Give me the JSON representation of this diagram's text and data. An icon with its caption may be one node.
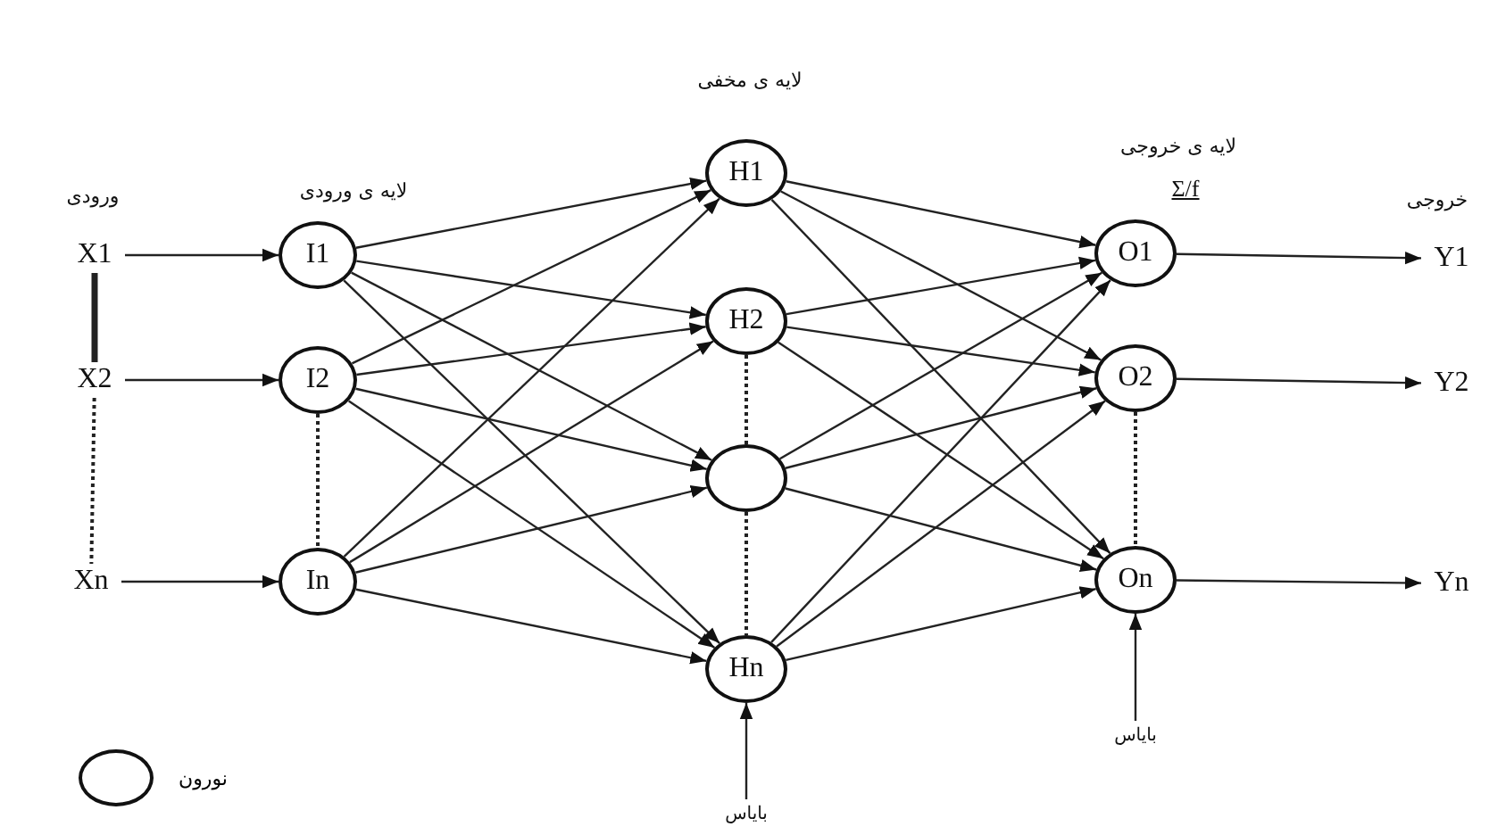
{
  "diagram": {
    "nodes": [
      {
        "text": [
          "X1"
        ]
      },
      {
        "text": [
          "X2"
        ]
      },
      {
        "text": [
          "Xn"
        ]
      },
      {
        "text": [
          "I1"
        ]
      },
      {
        "text": [
          "I2"
        ]
      },
      {
        "text": [
          "In"
        ]
      },
      {
        "text": [
          "H1"
        ]
      },
      {
        "text": [
          "H2"
        ]
      },
      {
        "text": [],
        "shape": "circle"
      },
      {
        "text": [
          "Hn"
        ]
      },
      {
        "text": [
          "O1"
        ]
      },
      {
        "text": [
          "O2"
        ]
      },
      {
        "text": [
          "On"
        ]
      },
      {
        "text": [
          "Y1"
        ]
      },
      {
        "text": [
          "Y2"
        ]
      },
      {
        "text": [
          "Yn"
        ]
      },
      {
        "text": [
          "بایاس"
        ]
      },
      {
        "text": [
          "بایاس"
        ]
      }
    ],
    "edges": [
      {
        "from": 0,
        "to": 3,
        "arrow": "to"
      },
      {
        "from": 1,
        "to": 4,
        "arrow": "to"
      },
      {
        "from": 2,
        "to": 5,
        "arrow": "to"
      },
      {
        "from": 3,
        "to": 6,
        "arrow": "to"
      },
      {
        "from": 3,
        "to": 7,
        "arrow": "to"
      },
      {
        "from": 3,
        "to": 8,
        "arrow": "to"
      },
      {
        "from": 3,
        "to": 9,
        "arrow": "to"
      },
      {
        "from": 4,
        "to": 6,
        "arrow": "to"
      },
      {
        "from": 4,
        "to": 7,
        "arrow": "to"
      },
      {
        "from": 4,
        "to": 8,
        "arrow": "to"
      },
      {
        "from": 4,
        "to": 9,
        "arrow": "to"
      },
      {
        "from": 5,
        "to": 6,
        "arrow": "to"
      },
      {
        "from": 5,
        "to": 7,
        "arrow": "to"
      },
      {
        "from": 5,
        "to": 8,
        "arrow": "to"
      },
      {
        "from": 5,
        "to": 9,
        "arrow": "to"
      },
      {
        "from": 6,
        "to": 10,
        "arrow": "to"
      },
      {
        "from": 6,
        "to": 11,
        "arrow": "to"
      },
      {
        "from": 6,
        "to": 12,
        "arrow": "to"
      },
      {
        "from": 7,
        "to": 10,
        "arrow": "to"
      },
      {
        "from": 7,
        "to": 11,
        "arrow": "to"
      },
      {
        "from": 7,
        "to": 12,
        "arrow": "to"
      },
      {
        "from": 8,
        "to": 10,
        "arrow": "to"
      },
      {
        "from": 8,
        "to": 11,
        "arrow": "to"
      },
      {
        "from": 8,
        "to": 12,
        "arrow": "to"
      },
      {
        "from": 9,
        "to": 10,
        "arrow": "to"
      },
      {
        "from": 9,
        "to": 11,
        "arrow": "to"
      },
      {
        "from": 9,
        "to": 12,
        "arrow": "to"
      },
      {
        "from": 10,
        "to": 13,
        "arrow": "to"
      },
      {
        "from": 11,
        "to": 14,
        "arrow": "to"
      },
      {
        "from": 12,
        "to": 15,
        "arrow": "to"
      },
      {
        "from": 16,
        "to": 9,
        "arrow": "to"
      },
      {
        "from": 17,
        "to": 12,
        "arrow": "to"
      },
      {
        "from": 0,
        "to": 1,
        "arrow": "none",
        "style": "thick"
      },
      {
        "from": 1,
        "to": 2,
        "arrow": "none",
        "style": "dashed"
      },
      {
        "from": 4,
        "to": 5,
        "arrow": "none",
        "style": "dashed"
      },
      {
        "from": 7,
        "to": 8,
        "arrow": "none",
        "style": "dashed"
      },
      {
        "from": 8,
        "to": 9,
        "arrow": "none",
        "style": "dashed"
      },
      {
        "from": 11,
        "to": 12,
        "arrow": "none",
        "style": "dashed"
      }
    ],
    "labels": [
      "لایه ی مخفی",
      "لایه ی خروجی",
      "ورودی",
      "لایه ی ورودی",
      "Σ/f",
      "خروجی"
    ],
    "legend": [
      {
        "text": "نورون"
      }
    ]
  }
}
